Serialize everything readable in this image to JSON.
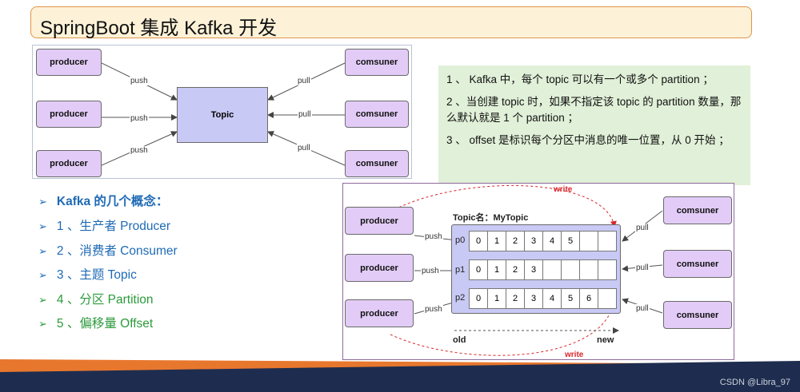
{
  "title": "SpringBoot 集成 Kafka 开发",
  "top_diagram": {
    "producers": [
      "producer",
      "producer",
      "producer"
    ],
    "consumers": [
      "comsuner",
      "comsuner",
      "comsuner"
    ],
    "topic": "Topic",
    "push_label": "push",
    "pull_label": "pull"
  },
  "notes": [
    "1 、 Kafka 中，每个 topic 可以有一个或多个 partition ；",
    "2 、当创建 topic 时，如果不指定该 topic 的 partition 数量，那么默认就是 1 个 partition ；",
    "3 、 offset 是标识每个分区中消息的唯一位置，从 0 开始 ；"
  ],
  "concepts": [
    "Kafka 的几个概念：",
    "1 、生产者 Producer",
    "2 、消费者 Consumer",
    "3 、主题 Topic",
    "4 、分区 Partition",
    "5 、偏移量 Offset"
  ],
  "bottom_diagram": {
    "topic_name": "Topic名：MyTopic",
    "producers": [
      "producer",
      "producer",
      "producer"
    ],
    "consumers": [
      "comsuner",
      "comsuner",
      "comsuner"
    ],
    "push_label": "push",
    "pull_label": "pull",
    "write_label": "write",
    "old_label": "old",
    "new_label": "new",
    "partitions": [
      {
        "name": "p0",
        "offsets": [
          "0",
          "1",
          "2",
          "3",
          "4",
          "5",
          "",
          ""
        ]
      },
      {
        "name": "p1",
        "offsets": [
          "0",
          "1",
          "2",
          "3",
          "",
          "",
          "",
          ""
        ]
      },
      {
        "name": "p2",
        "offsets": [
          "0",
          "1",
          "2",
          "3",
          "4",
          "5",
          "6",
          ""
        ]
      }
    ]
  },
  "footer": "CSDN @Libra_97",
  "colors": {
    "node_fill": "#e2ccf7",
    "topic_fill": "#c9c9f5",
    "notes_bg": "#e1f0d8",
    "concept_blue": "#1f6ab5",
    "concept_green": "#2d9a3c",
    "write_red": "#d9252a",
    "footer_orange": "#e8772e",
    "footer_navy": "#1e2d4f"
  }
}
